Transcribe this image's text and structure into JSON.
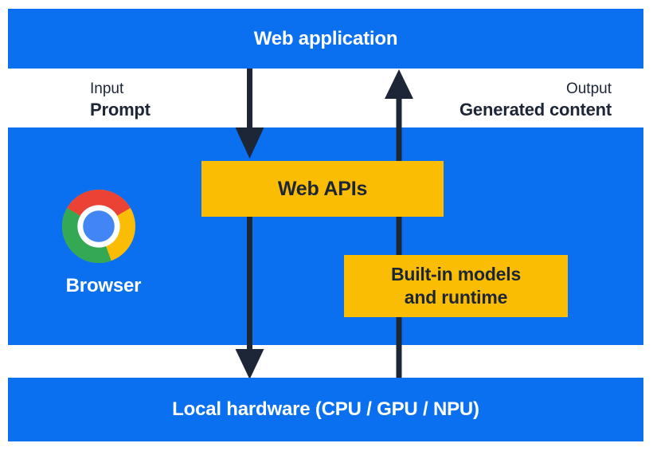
{
  "colors": {
    "panel_blue": "#0b70f0",
    "accent_yellow": "#fbbc04",
    "ink_navy": "#1c2636",
    "text_white": "#ffffff",
    "chrome_red": "#ea4335",
    "chrome_yellow": "#fbbc05",
    "chrome_green": "#34a853",
    "chrome_blue": "#4285f4"
  },
  "layers": {
    "web_application": "Web application",
    "local_hardware": "Local hardware (CPU / GPU / NPU)"
  },
  "flows": {
    "input": {
      "kind": "Input",
      "value": "Prompt",
      "direction": "down"
    },
    "output": {
      "kind": "Output",
      "value": "Generated content",
      "direction": "up"
    }
  },
  "browser": {
    "label": "Browser",
    "logo": "chrome-logo"
  },
  "components": {
    "web_apis": {
      "label": "Web APIs"
    },
    "builtin_models": {
      "line1": "Built-in models",
      "line2": "and runtime"
    }
  }
}
